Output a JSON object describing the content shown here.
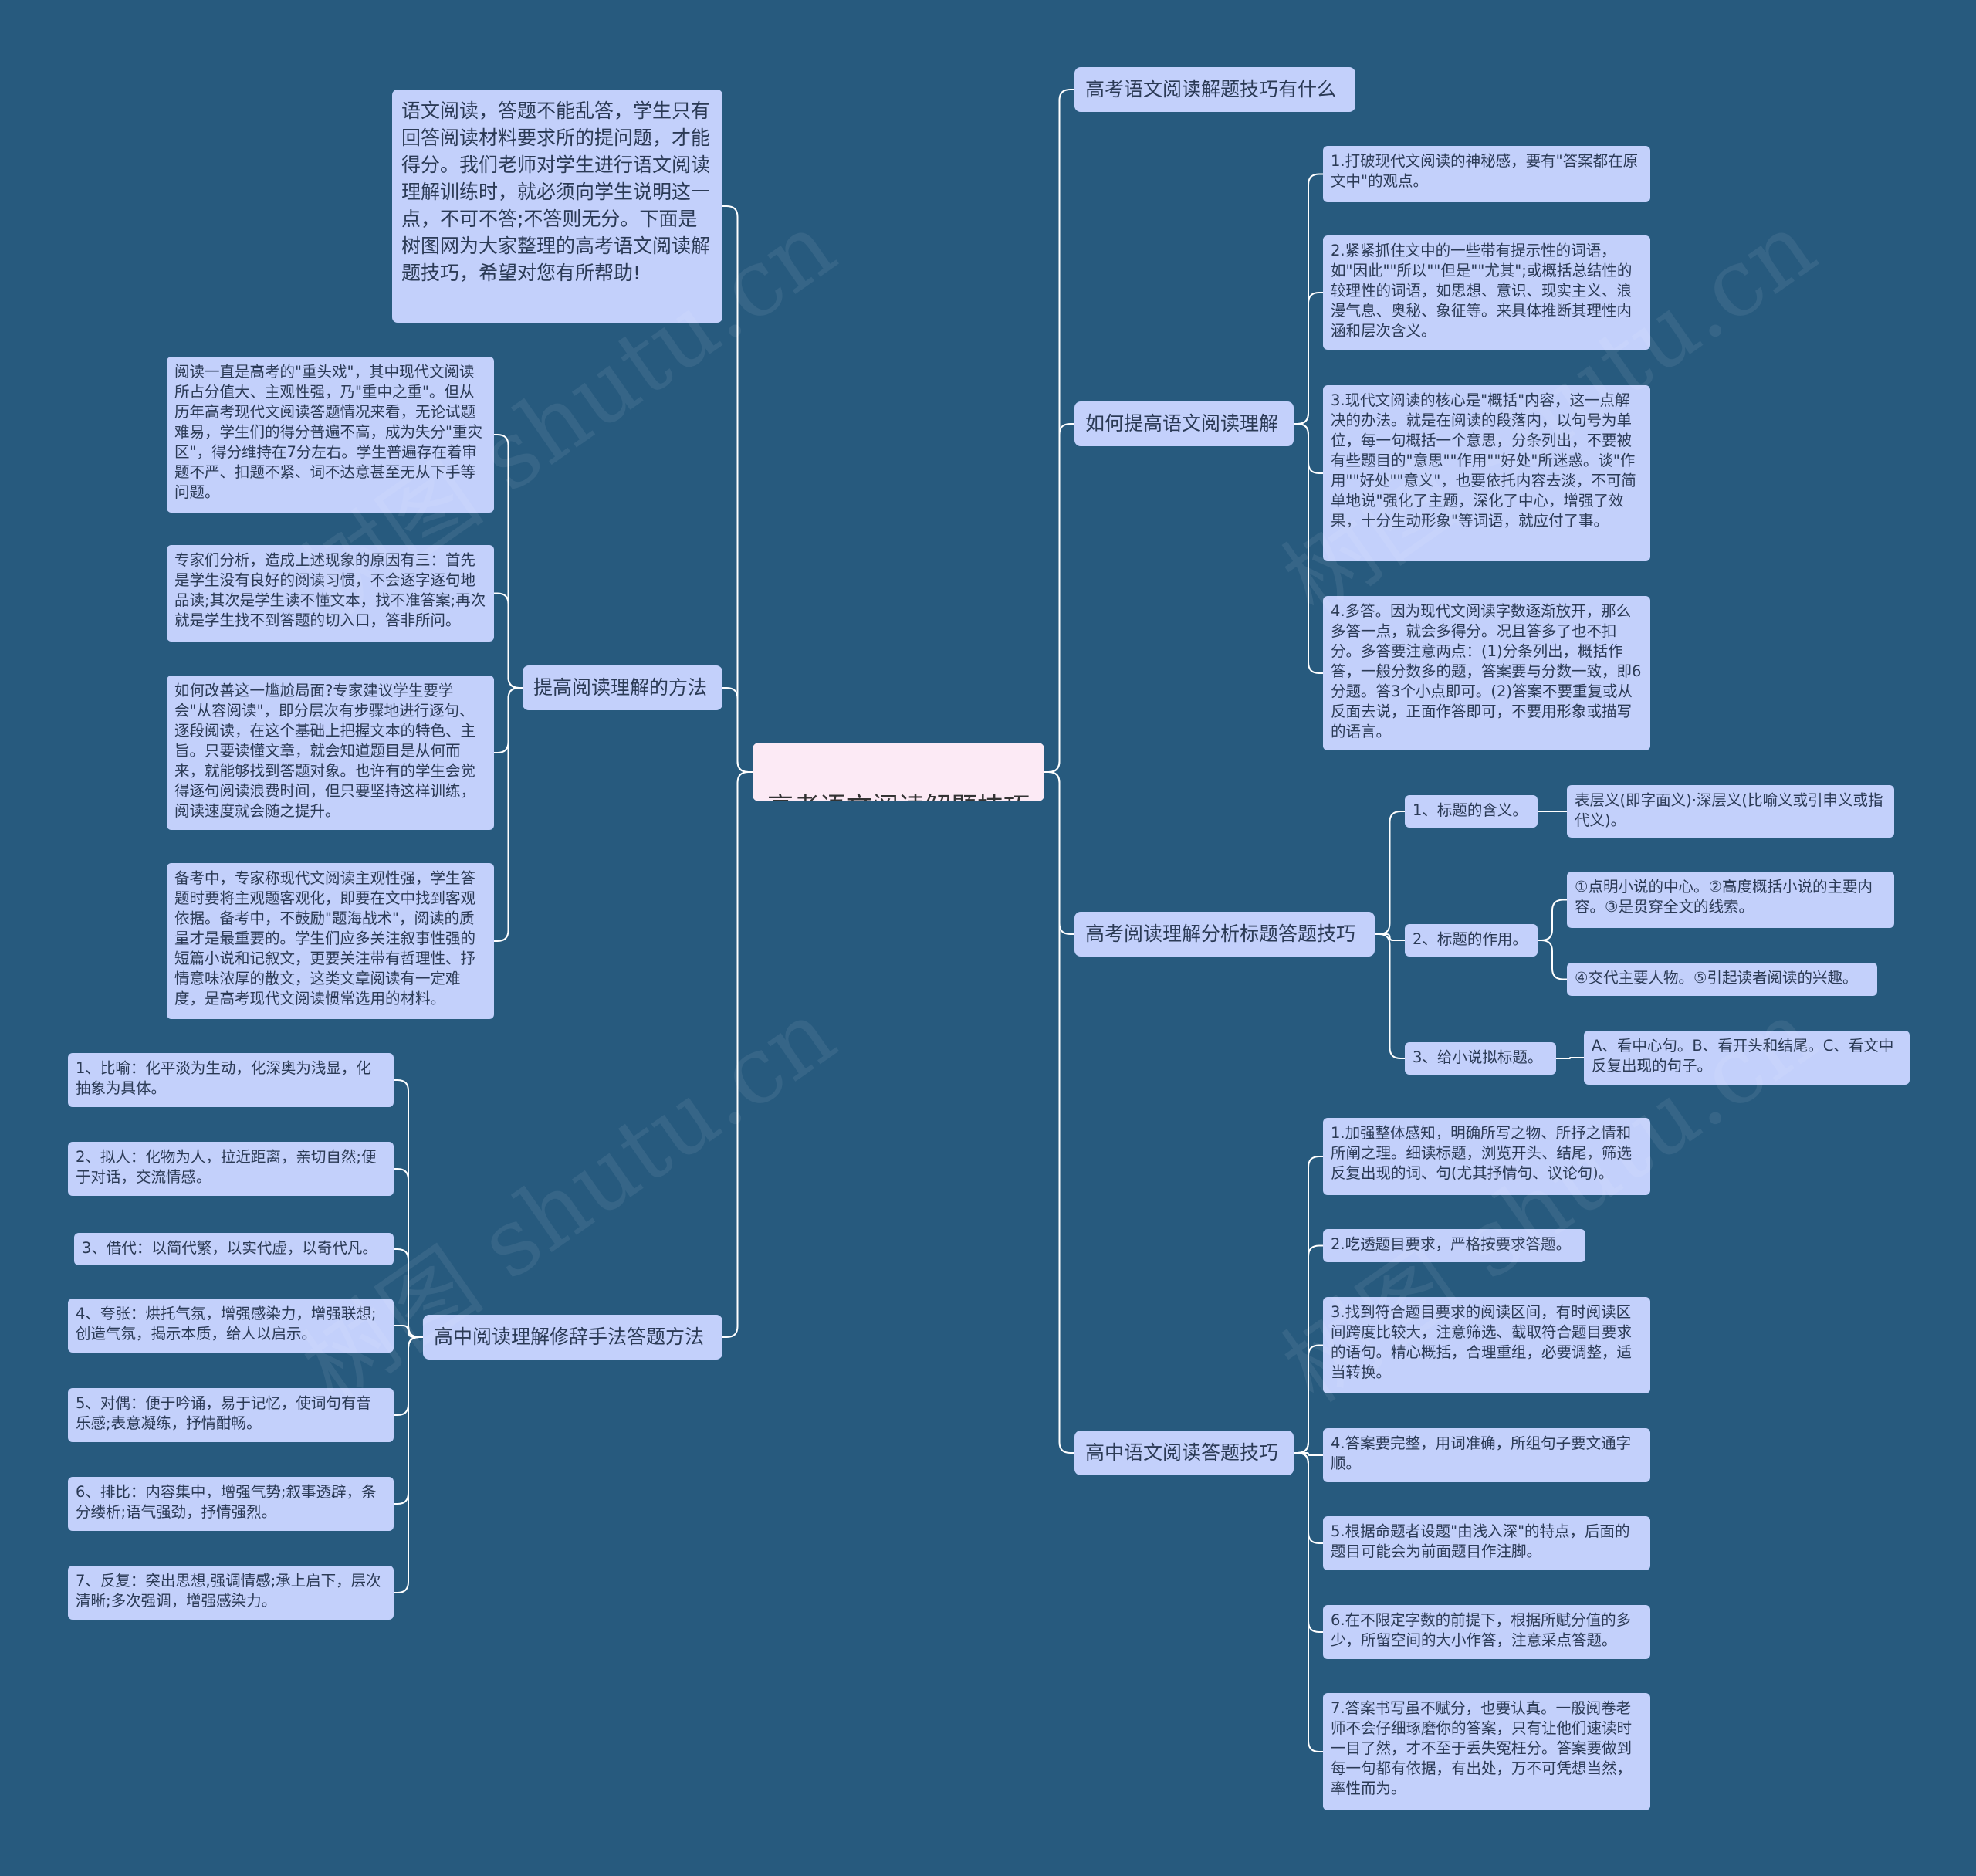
{
  "colors": {
    "background": "#275A7E",
    "node_fill": "#C3D0FB",
    "root_fill": "#FCEAF5",
    "connector": "#FFFFFF"
  },
  "root": {
    "label": "高考语文阅读解题技巧"
  },
  "intro": {
    "text": "语文阅读，答题不能乱答，学生只有回答阅读材料要求所的提问题，才能得分。我们老师对学生进行语文阅读理解训练时，就必须向学生说明这一点，不可不答;不答则无分。下面是树图网为大家整理的高考语文阅读解题技巧，希望对您有所帮助!"
  },
  "right": {
    "b1": {
      "label": "高考语文阅读解题技巧有什么"
    },
    "b2": {
      "label": "如何提高语文阅读理解",
      "items": [
        "1.打破现代文阅读的神秘感，要有\"答案都在原文中\"的观点。",
        "2.紧紧抓住文中的一些带有提示性的词语，如\"因此\"\"所以\"\"但是\"\"尤其\";或概括总结性的较理性的词语，如思想、意识、现实主义、浪漫气息、奥秘、象征等。来具体推断其理性内涵和层次含义。",
        "3.现代文阅读的核心是\"概括\"内容，这一点解决的办法。就是在阅读的段落内，以句号为单位，每一句概括一个意思，分条列出，不要被有些题目的\"意思\"\"作用\"\"好处\"所迷惑。谈\"作用\"\"好处\"\"意义\"，也要依托内容去淡，不可简单地说\"强化了主题，深化了中心，增强了效果，十分生动形象\"等词语，就应付了事。",
        "4.多答。因为现代文阅读字数逐渐放开，那么多答一点，就会多得分。况且答多了也不扣分。多答要注意两点：(1)分条列出，概括作答，一般分数多的题，答案要与分数一致，即6分题。答3个小点即可。(2)答案不要重复或从反面去说，正面作答即可，不要用形象或描写的语言。"
      ]
    },
    "b3": {
      "label": "高考阅读理解分析标题答题技巧",
      "items": [
        {
          "label": "1、标题的含义。",
          "details": [
            "表层义(即字面义)·深层义(比喻义或引申义或指代义)。"
          ]
        },
        {
          "label": "2、标题的作用。",
          "details": [
            "①点明小说的中心。②高度概括小说的主要内容。③是贯穿全文的线索。",
            "④交代主要人物。⑤引起读者阅读的兴趣。"
          ]
        },
        {
          "label": "3、给小说拟标题。",
          "details": [
            "A、看中心句。B、看开头和结尾。C、看文中反复出现的句子。"
          ]
        }
      ]
    },
    "b4": {
      "label": "高中语文阅读答题技巧",
      "items": [
        "1.加强整体感知，明确所写之物、所抒之情和所阐之理。细读标题，浏览开头、结尾，筛选反复出现的词、句(尤其抒情句、议论句)。",
        "2.吃透题目要求，严格按要求答题。",
        "3.找到符合题目要求的阅读区间，有时阅读区间跨度比较大，注意筛选、截取符合题目要求的语句。精心概括，合理重组，必要调整，适当转换。",
        "4.答案要完整，用词准确，所组句子要文通字顺。",
        "5.根据命题者设题\"由浅入深\"的特点，后面的题目可能会为前面题目作注脚。",
        "6.在不限定字数的前提下，根据所赋分值的多少，所留空间的大小作答，注意采点答题。",
        "7.答案书写虽不赋分，也要认真。一般阅卷老师不会仔细琢磨你的答案，只有让他们速读时一目了然，才不至于丢失冤枉分。答案要做到每一句都有依据，有出处，万不可凭想当然，率性而为。"
      ]
    }
  },
  "left": {
    "b5": {
      "label": "提高阅读理解的方法",
      "items": [
        "阅读一直是高考的\"重头戏\"，其中现代文阅读所占分值大、主观性强，乃\"重中之重\"。但从历年高考现代文阅读答题情况来看，无论试题难易，学生们的得分普遍不高，成为失分\"重灾区\"，得分维持在7分左右。学生普遍存在着审题不严、扣题不紧、词不达意甚至无从下手等问题。",
        "专家们分析，造成上述现象的原因有三：首先是学生没有良好的阅读习惯，不会逐字逐句地品读;其次是学生读不懂文本，找不准答案;再次就是学生找不到答题的切入口，答非所问。",
        "如何改善这一尴尬局面?专家建议学生要学会\"从容阅读\"，即分层次有步骤地进行逐句、逐段阅读，在这个基础上把握文本的特色、主旨。只要读懂文章，就会知道题目是从何而来，就能够找到答题对象。也许有的学生会觉得逐句阅读浪费时间，但只要坚持这样训练，阅读速度就会随之提升。",
        "备考中，专家称现代文阅读主观性强，学生答题时要将主观题客观化，即要在文中找到客观依据。备考中，不鼓励\"题海战术\"，阅读的质量才是最重要的。学生们应多关注叙事性强的短篇小说和记叙文，更要关注带有哲理性、抒情意味浓厚的散文，这类文章阅读有一定难度，是高考现代文阅读惯常选用的材料。"
      ]
    },
    "b6": {
      "label": "高中阅读理解修辞手法答题方法",
      "items": [
        "1、比喻：化平淡为生动，化深奥为浅显，化抽象为具体。",
        "2、拟人：化物为人，拉近距离，亲切自然;便于对话，交流情感。",
        "3、借代：以简代繁，以实代虚，以奇代凡。",
        "4、夸张：烘托气氛，增强感染力，增强联想;创造气氛，揭示本质，给人以启示。",
        "5、对偶：便于吟诵，易于记忆，使词句有音乐感;表意凝练，抒情酣畅。",
        "6、排比：内容集中，增强气势;叙事透辟，条分缕析;语气强劲，抒情强烈。",
        "7、反复：突出思想,强调情感;承上启下，层次清晰;多次强调，增强感染力。"
      ]
    }
  },
  "watermark": "树图 shutu.cn"
}
